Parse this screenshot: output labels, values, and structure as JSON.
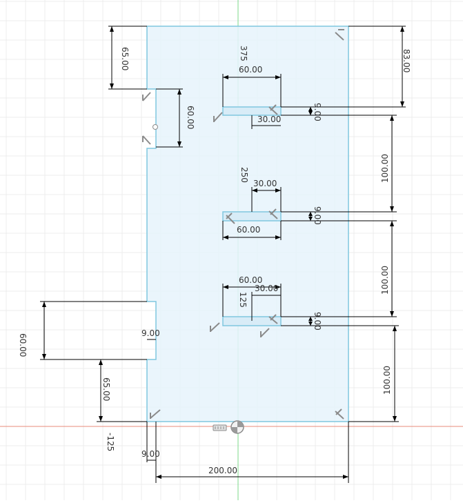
{
  "app": {
    "view": "Sketch"
  },
  "colors": {
    "background": "#ffffff",
    "grid": "#e6e6e6",
    "profile_fill": "#e6f3fb",
    "profile_stroke": "#7fc7df",
    "y_axis": "#7bd88a",
    "x_axis": "#e88b7a",
    "dimension": "#000000",
    "constraint": "#8a8a8a"
  },
  "dimensions": {
    "top_right_height": "83.00",
    "left_top_offset": "65.00",
    "left_notch_height": "60.00",
    "slot1_width": "60.00",
    "slot1_half": "30.00",
    "slot1_height": "9.00",
    "slot1_label": "375",
    "right_spacing_1": "100.00",
    "slot2_half": "30.00",
    "slot2_width": "60.00",
    "slot2_height": "9.00",
    "slot2_label": "250",
    "right_spacing_2": "100.00",
    "slot3_width": "60.00",
    "slot3_half": "30.00",
    "slot3_height": "9.00",
    "slot3_label": "125",
    "left_notch2_height": "60.00",
    "left_notch2_depth": "9.00",
    "left_bottom_offset": "65.00",
    "right_spacing_3": "100.00",
    "origin_label": "-125",
    "bottom_offset": "9.00",
    "total_width": "200.00"
  },
  "icons": {
    "origin": "origin-icon",
    "sketch_palette": "sketch-palette-icon",
    "constraint": "perpendicular-constraint-icon"
  }
}
